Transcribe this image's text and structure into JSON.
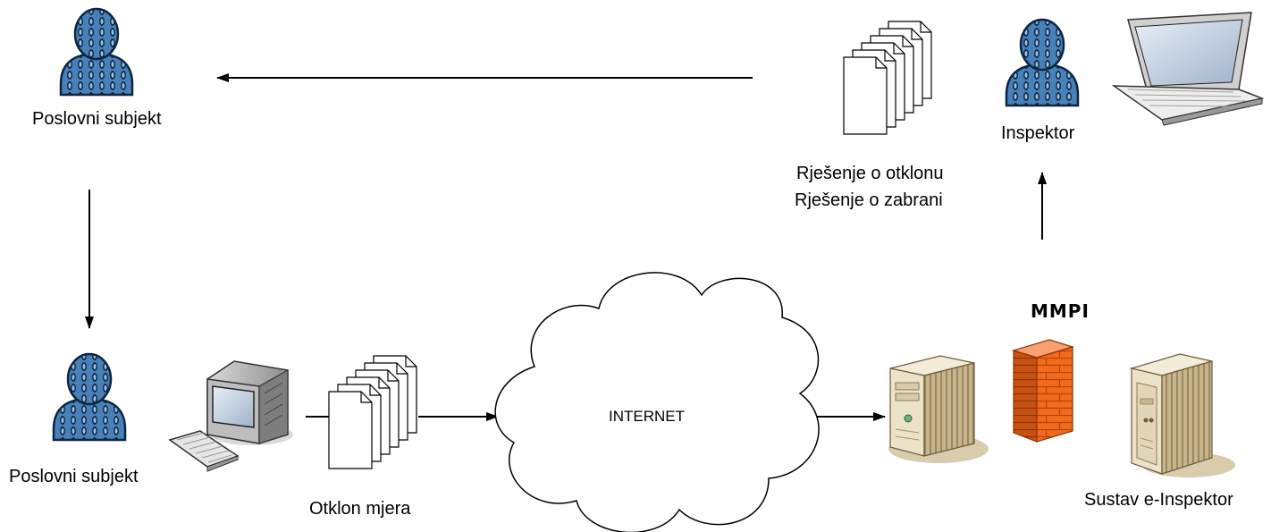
{
  "labels": {
    "business_top": "Poslovni subjekt",
    "business_bottom": "Poslovni subjekt",
    "inspector": "Inspektor",
    "decision_line1": "Rješenje o otklonu",
    "decision_line2": "Rješenje o zabrani",
    "remedy": "Otklon mjera",
    "internet": "INTERNET",
    "ministry": "MMPI",
    "system": "Sustav e-Inspektor"
  },
  "colors": {
    "person_fill": "#4a80b8",
    "person_stroke": "#0b2640",
    "firewall": "#f26a1b",
    "server_body": "#e9dfc4",
    "server_side": "#bfae87"
  },
  "icons": [
    "person-icon",
    "computer-icon",
    "keyboard-icon",
    "documents-icon",
    "cloud-icon",
    "server-icon",
    "firewall-icon",
    "laptop-icon"
  ]
}
